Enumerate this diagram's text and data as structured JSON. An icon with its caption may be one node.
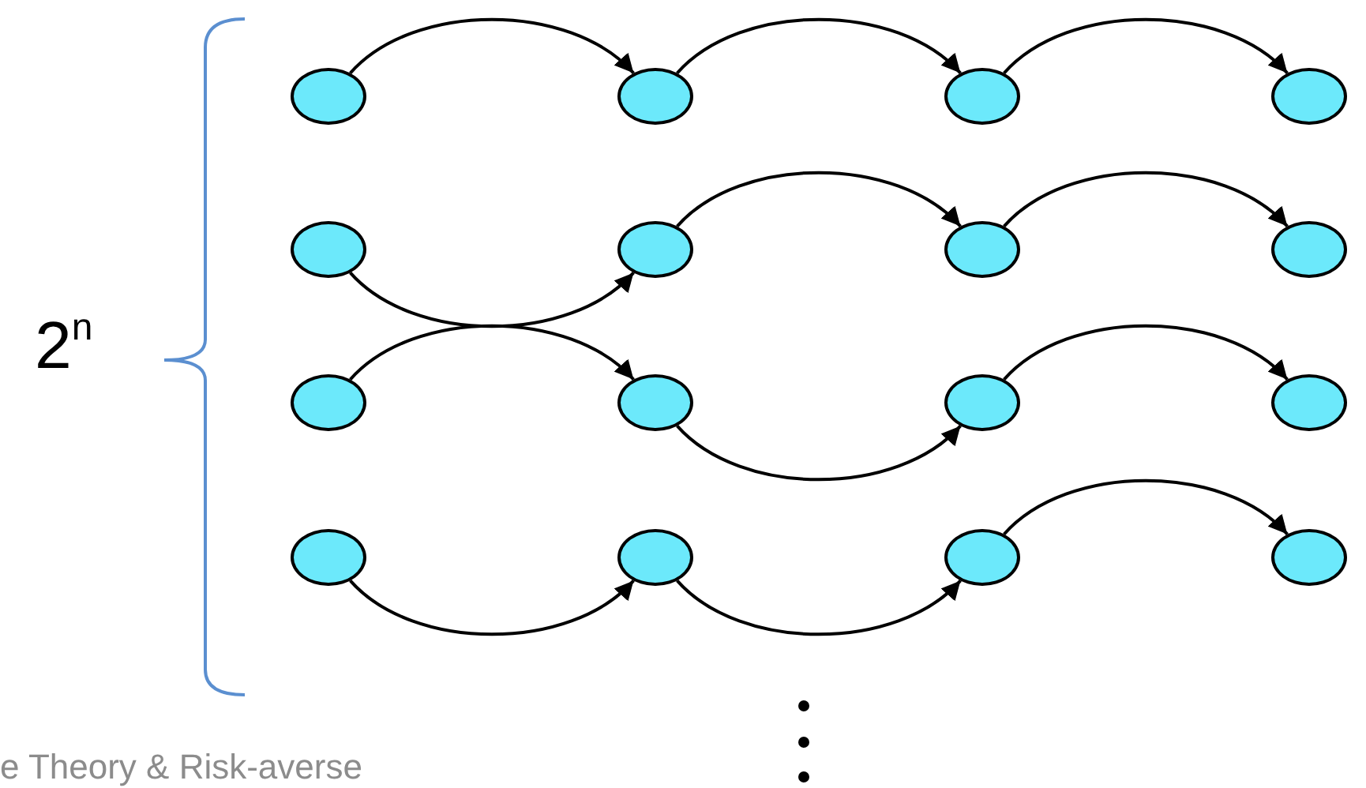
{
  "diagram": {
    "nodes": [
      {
        "text": [],
        "shape": "circle"
      },
      {
        "text": [],
        "shape": "circle"
      },
      {
        "text": [],
        "shape": "circle"
      },
      {
        "text": [],
        "shape": "circle"
      },
      {
        "text": [],
        "shape": "circle"
      },
      {
        "text": [],
        "shape": "circle"
      },
      {
        "text": [],
        "shape": "circle"
      },
      {
        "text": [],
        "shape": "circle"
      },
      {
        "text": [],
        "shape": "circle"
      },
      {
        "text": [],
        "shape": "circle"
      },
      {
        "text": [],
        "shape": "circle"
      },
      {
        "text": [],
        "shape": "circle"
      },
      {
        "text": [],
        "shape": "circle"
      },
      {
        "text": [],
        "shape": "circle"
      },
      {
        "text": [],
        "shape": "circle"
      },
      {
        "text": [],
        "shape": "circle"
      }
    ],
    "edges": [
      {
        "from": 0,
        "to": 1,
        "arrow": "to"
      },
      {
        "from": 1,
        "to": 2,
        "arrow": "to"
      },
      {
        "from": 2,
        "to": 3,
        "arrow": "to"
      },
      {
        "from": 4,
        "to": 5,
        "arrow": "to"
      },
      {
        "from": 5,
        "to": 6,
        "arrow": "to"
      },
      {
        "from": 6,
        "to": 7,
        "arrow": "to"
      },
      {
        "from": 8,
        "to": 9,
        "arrow": "to"
      },
      {
        "from": 9,
        "to": 10,
        "arrow": "to"
      },
      {
        "from": 10,
        "to": 11,
        "arrow": "to"
      },
      {
        "from": 12,
        "to": 13,
        "arrow": "to"
      },
      {
        "from": 13,
        "to": 14,
        "arrow": "to"
      },
      {
        "from": 14,
        "to": 15,
        "arrow": "to"
      }
    ],
    "labels": [
      "2$^{n}$",
      "e Theory & Risk-averse"
    ]
  }
}
